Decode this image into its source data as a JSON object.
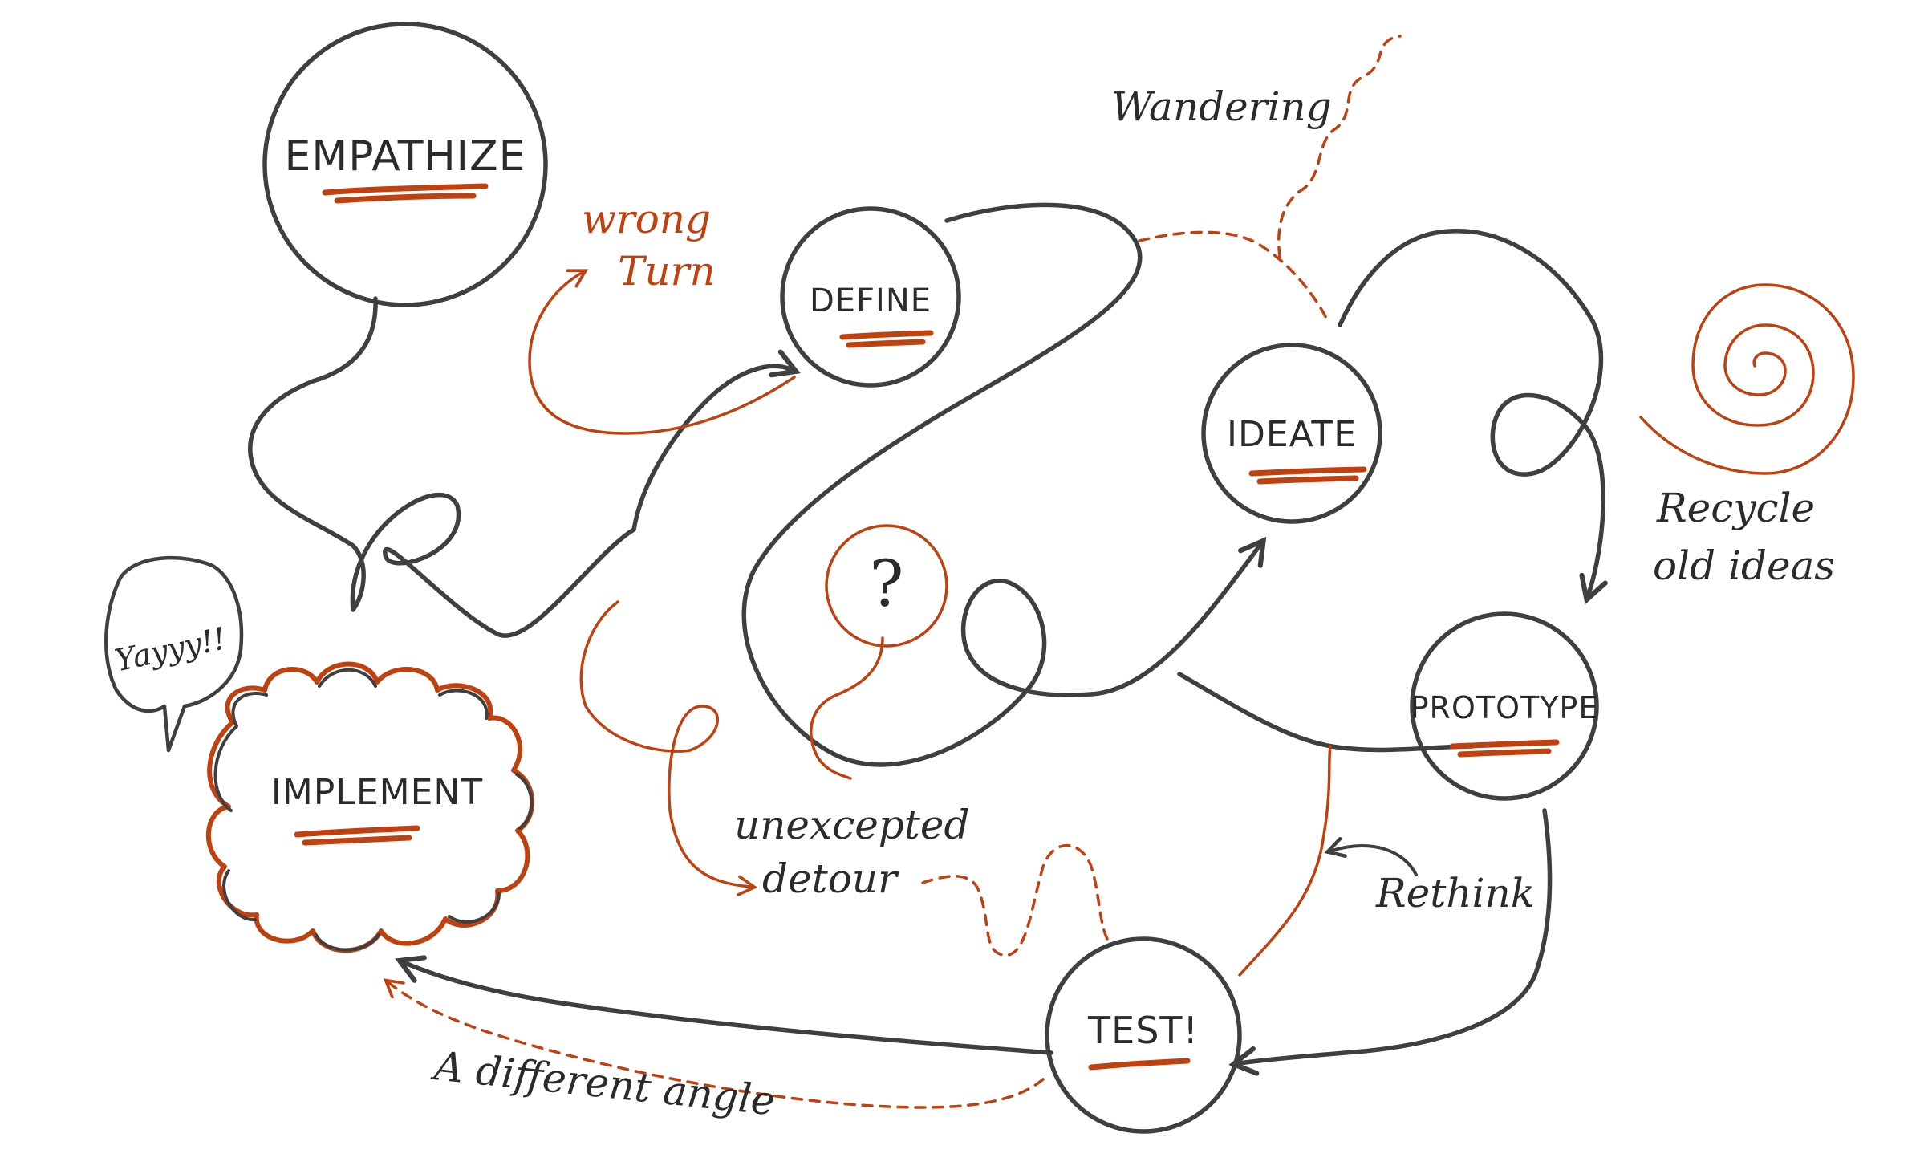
{
  "colors": {
    "ink": "#3f3f3f",
    "accent": "#c0410f",
    "background": "#ffffff"
  },
  "stages": {
    "empathize": "EMPATHIZE",
    "define": "DEFINE",
    "ideate": "IDEATE",
    "prototype": "PROTOTYPE",
    "test": "TEST!",
    "implement": "IMPLEMENT"
  },
  "annotations": {
    "wrong_turn_1": "wrong",
    "wrong_turn_2": "Turn",
    "wandering": "Wandering",
    "recycle_1": "Recycle",
    "recycle_2": "old ideas",
    "unexpected_1": "unexcepted",
    "unexpected_2": "detour",
    "rethink": "Rethink",
    "different_angle": "A different angle",
    "yay": "Yayyy!!",
    "question": "?"
  }
}
